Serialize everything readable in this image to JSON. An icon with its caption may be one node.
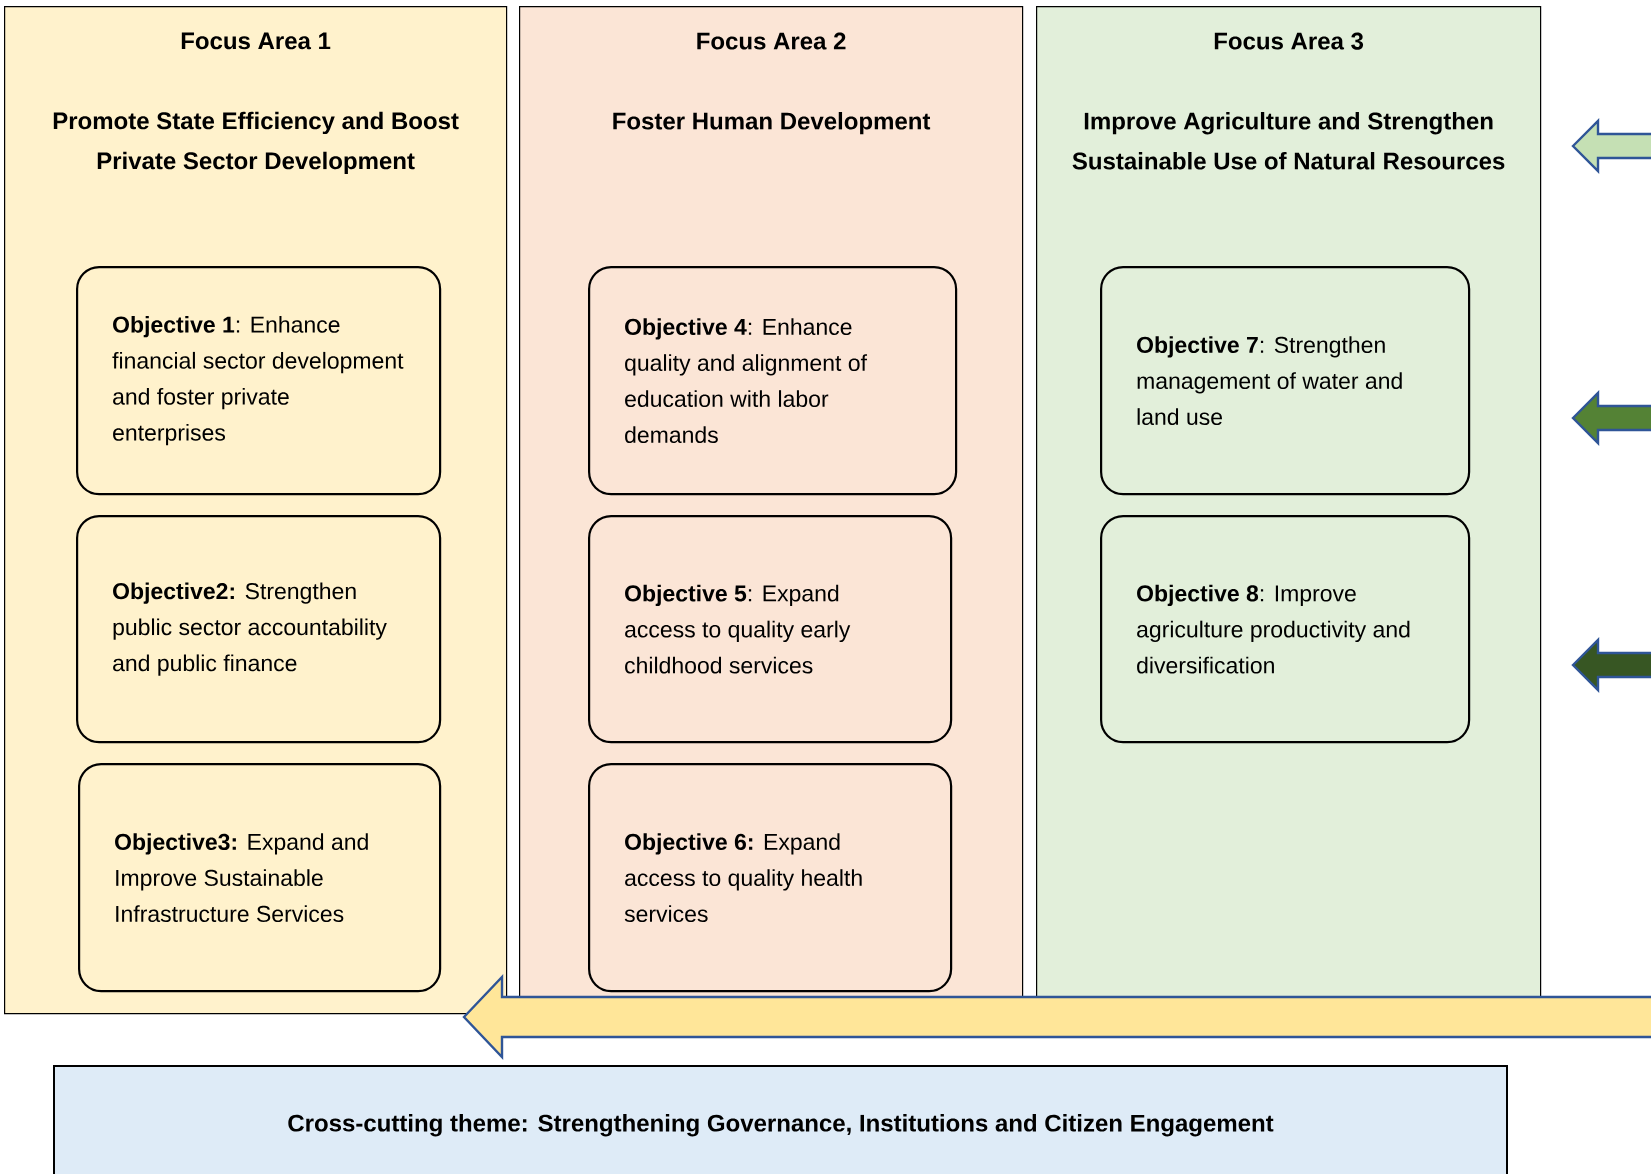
{
  "diagram": {
    "nodes": [
      {
        "text": [
          "Focus Area 1",
          "Promote State Efficiency and Boost Private Sector Development"
        ]
      },
      {
        "text": [
          "**Objective 1**: Enhance financial sector development and foster private enterprises"
        ],
        "in": 0
      },
      {
        "text": [
          "**Objective2:** Strengthen public sector accountability and public finance"
        ],
        "in": 0
      },
      {
        "text": [
          "**Objective3:** Expand and Improve Sustainable Infrastructure Services"
        ],
        "in": 0
      },
      {
        "text": [
          "Focus Area 2",
          "Foster Human Development"
        ]
      },
      {
        "text": [
          "**Objective 4**: Enhance quality and alignment of education with labor demands"
        ],
        "in": 4
      },
      {
        "text": [
          "**Objective 5**: Expand access to quality early childhood services"
        ],
        "in": 4
      },
      {
        "text": [
          "**Objective 6:** Expand access to quality health services"
        ],
        "in": 4
      },
      {
        "text": [
          "Focus Area 3",
          "Improve Agriculture and Strengthen Sustainable Use of Natural Resources"
        ]
      },
      {
        "text": [
          "**Objective 7**: Strengthen management of water and land use"
        ],
        "in": 8
      },
      {
        "text": [
          "**Objective 8**: Improve agriculture productivity and diversification"
        ],
        "in": 8
      },
      {
        "text": [
          "Cross-cutting theme: Strengthening Governance, Institutions and Citizen Engagement"
        ]
      }
    ]
  }
}
